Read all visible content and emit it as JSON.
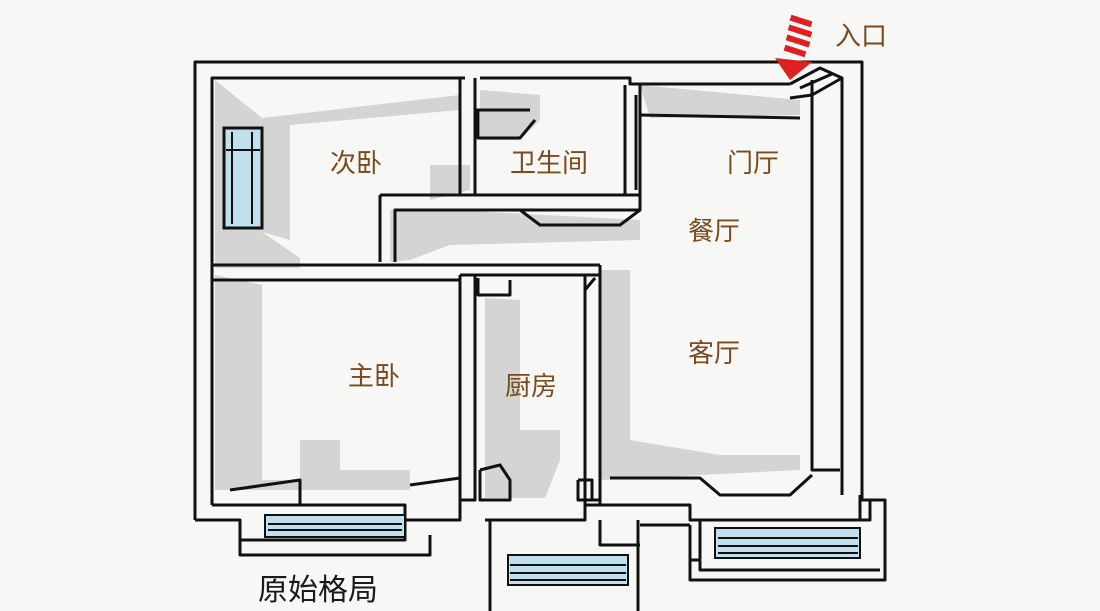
{
  "plan": {
    "caption": "原始格局",
    "entrance_label": "入口",
    "rooms": {
      "second_bedroom": "次卧",
      "bathroom": "卫生间",
      "foyer": "门厅",
      "dining": "餐厅",
      "master_bedroom": "主卧",
      "kitchen": "厨房",
      "living": "客厅"
    }
  },
  "colors": {
    "wall_outline": "#111111",
    "wall_fill": "#ffffff",
    "floor_shadow": "#d4d4d2",
    "label": "#7a4a1c",
    "arrow": "#e02020",
    "window_glass": "#bfe0ec"
  },
  "icons": [
    "entrance-arrow-icon",
    "window-icon"
  ]
}
